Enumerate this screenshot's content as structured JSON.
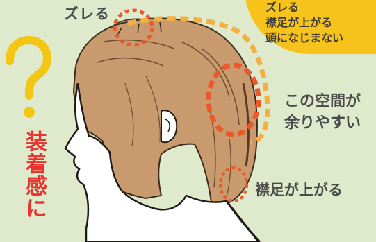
{
  "labels": {
    "top_left": "ズレる",
    "space_line1": "この空間が",
    "space_line2": "余りやすい",
    "collar": "襟足が上がる",
    "vertical": "装着感に"
  },
  "callout": {
    "lines": [
      "ズレる",
      "襟足が上がる",
      "頭になじまない"
    ]
  },
  "colors": {
    "background": "#dfe9cc",
    "hair": "#c89a6d",
    "callout_fill": "#f6c21c",
    "question_mark": "#f3c614",
    "dashed_dark": "#e9592c",
    "dashed_light": "#f3b043",
    "vertical_text": "#e8332f"
  },
  "icons": [
    "question-mark-icon",
    "dashed-circle-icon"
  ]
}
